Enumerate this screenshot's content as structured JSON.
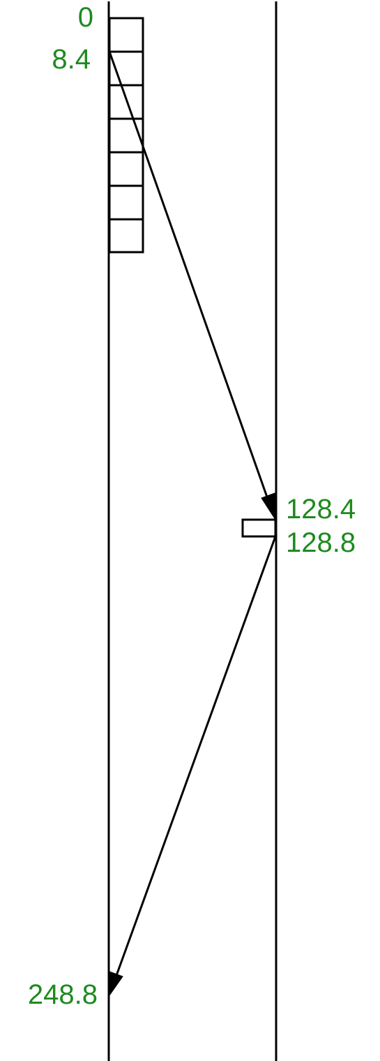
{
  "colors": {
    "label": "#1e8a1e",
    "line": "#000000",
    "background": "#ffffff"
  },
  "time_labels": {
    "t0": "0",
    "t1": "8.4",
    "t2": "128.4",
    "t3": "128.8",
    "t4": "248.8"
  },
  "sender_queue": {
    "packet_count": 7
  },
  "receiver_queue": {
    "packet_count": 1
  }
}
